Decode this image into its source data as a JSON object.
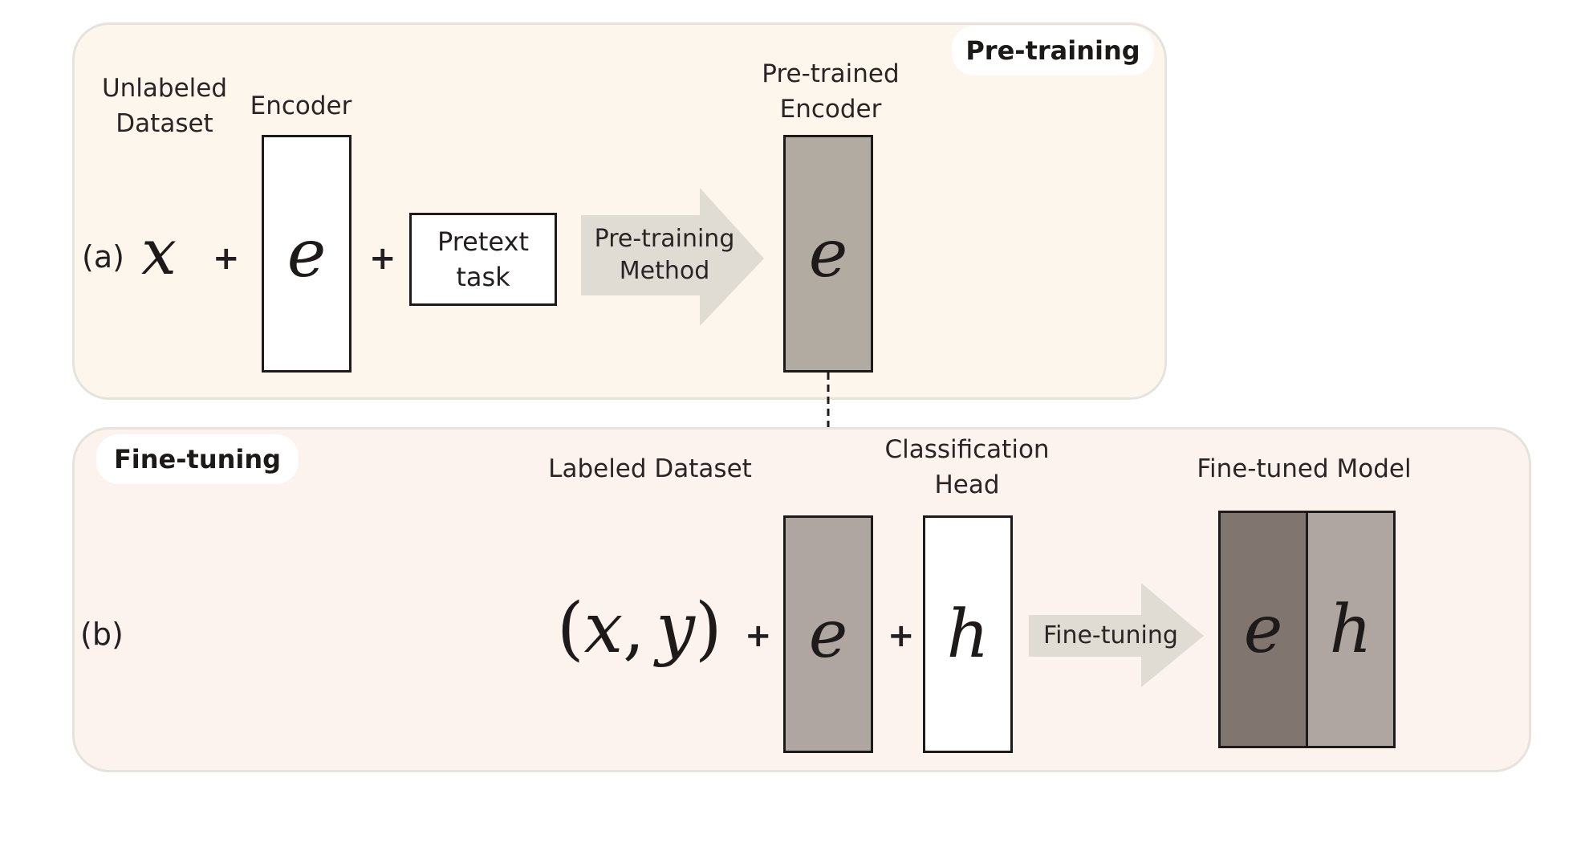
{
  "pretraining": {
    "tag": "Pre-training",
    "row_label": "(a)",
    "unlabeled_dataset": [
      "Unlabeled",
      "Dataset"
    ],
    "encoder_label": "Encoder",
    "pretrained_encoder": [
      "Pre-trained",
      "Encoder"
    ],
    "x_symbol": "x",
    "plus": "+",
    "encoder_symbol": "e",
    "pretext_task": [
      "Pretext",
      "task"
    ],
    "method_arrow": [
      "Pre-training",
      "Method"
    ],
    "pretrained_symbol": "e"
  },
  "finetuning": {
    "tag": "Fine-tuning",
    "row_label": "(b)",
    "labeled_dataset": "Labeled Dataset",
    "classification_head": [
      "Classification",
      "Head"
    ],
    "finetuned_model": "Fine-tuned Model",
    "xy_symbol_open": "(",
    "xy_symbol_x": "x",
    "xy_symbol_comma": ",",
    "xy_symbol_y": "y",
    "xy_symbol_close": ")",
    "plus": "+",
    "encoder_symbol": "e",
    "head_symbol": "h",
    "finetune_arrow": "Fine-tuning",
    "model_e": "e",
    "model_h": "h"
  },
  "colors": {
    "panel_a_bg": "#fdf6ec",
    "panel_b_bg": "#fcf3ee",
    "pretrained_fill": "#b2aba2",
    "finetuned_e_fill": "#80756f",
    "finetuned_h_fill": "#b0a6a1",
    "arrow_fill": "#e0dcd4"
  }
}
